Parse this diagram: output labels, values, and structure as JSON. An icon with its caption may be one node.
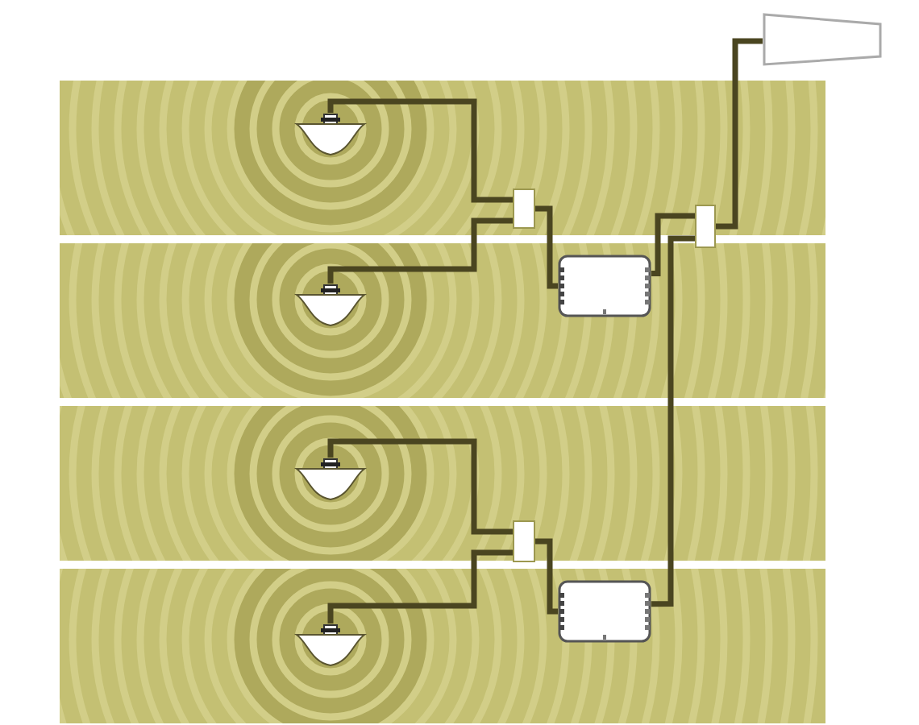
{
  "diagram": {
    "nodes": [
      {
        "text": [],
        "shape": "antenna"
      },
      {
        "text": [],
        "shape": "picture"
      },
      {
        "text": [],
        "shape": "box"
      },
      {
        "text": [],
        "shape": "box"
      },
      {
        "text": [],
        "shape": "device"
      },
      {
        "text": [],
        "shape": "picture"
      },
      {
        "text": [],
        "shape": "picture"
      },
      {
        "text": [],
        "shape": "box"
      },
      {
        "text": [],
        "shape": "device"
      },
      {
        "text": [],
        "shape": "picture"
      }
    ],
    "edges": [
      {
        "from": 1,
        "to": 2,
        "arrow": "none"
      },
      {
        "from": 5,
        "to": 2,
        "arrow": "none"
      },
      {
        "from": 2,
        "to": 4,
        "arrow": "none"
      },
      {
        "from": 4,
        "to": 3,
        "arrow": "none"
      },
      {
        "from": 8,
        "to": 3,
        "arrow": "none"
      },
      {
        "from": 3,
        "to": 0,
        "arrow": "none"
      },
      {
        "from": 6,
        "to": 7,
        "arrow": "none"
      },
      {
        "from": 9,
        "to": 7,
        "arrow": "none"
      },
      {
        "from": 7,
        "to": 8,
        "arrow": "none"
      }
    ]
  }
}
